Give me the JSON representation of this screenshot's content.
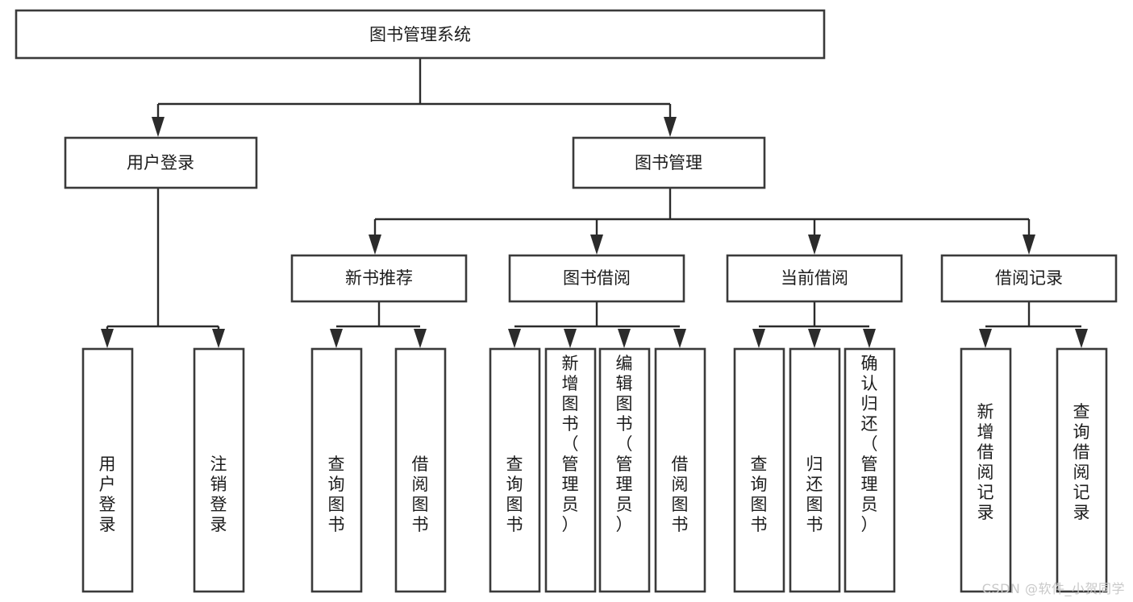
{
  "diagram": {
    "type": "tree-hierarchy",
    "title": "图书管理系统",
    "watermark": "CSDN @软件_小贺同学",
    "levels": {
      "root": {
        "label": "图书管理系统"
      },
      "level2": [
        {
          "id": "user-login",
          "label": "用户登录"
        },
        {
          "id": "book-management",
          "label": "图书管理"
        }
      ],
      "level3": [
        {
          "id": "new-book-recommend",
          "label": "新书推荐",
          "parent": "book-management"
        },
        {
          "id": "book-borrow",
          "label": "图书借阅",
          "parent": "book-management"
        },
        {
          "id": "current-borrow",
          "label": "当前借阅",
          "parent": "book-management"
        },
        {
          "id": "borrow-record",
          "label": "借阅记录",
          "parent": "book-management"
        }
      ],
      "leaves": [
        {
          "id": "leaf-user-login",
          "label": "用户登录",
          "parent": "user-login"
        },
        {
          "id": "leaf-logout",
          "label": "注销登录",
          "parent": "user-login"
        },
        {
          "id": "leaf-query-book-1",
          "label": "查询图书",
          "parent": "new-book-recommend"
        },
        {
          "id": "leaf-borrow-book-1",
          "label": "借阅图书",
          "parent": "new-book-recommend"
        },
        {
          "id": "leaf-query-book-2",
          "label": "查询图书",
          "parent": "book-borrow"
        },
        {
          "id": "leaf-add-book",
          "label": "新增图书（管理员）",
          "parent": "book-borrow"
        },
        {
          "id": "leaf-edit-book",
          "label": "编辑图书（管理员）",
          "parent": "book-borrow"
        },
        {
          "id": "leaf-borrow-book-2",
          "label": "借阅图书",
          "parent": "book-borrow"
        },
        {
          "id": "leaf-query-book-3",
          "label": "查询图书",
          "parent": "current-borrow"
        },
        {
          "id": "leaf-return-book",
          "label": "归还图书",
          "parent": "current-borrow"
        },
        {
          "id": "leaf-confirm-return",
          "label": "确认归还（管理员）",
          "parent": "current-borrow"
        },
        {
          "id": "leaf-add-record",
          "label": "新增借阅记录",
          "parent": "borrow-record"
        },
        {
          "id": "leaf-query-record",
          "label": "查询借阅记录",
          "parent": "borrow-record"
        }
      ]
    },
    "colors": {
      "box_fill": "#ffffff",
      "box_stroke": "#3a3a3a",
      "connector": "#2b2b2b",
      "text": "#1c1c1c",
      "watermark": "#c9c9c9",
      "background": "#ffffff"
    }
  }
}
